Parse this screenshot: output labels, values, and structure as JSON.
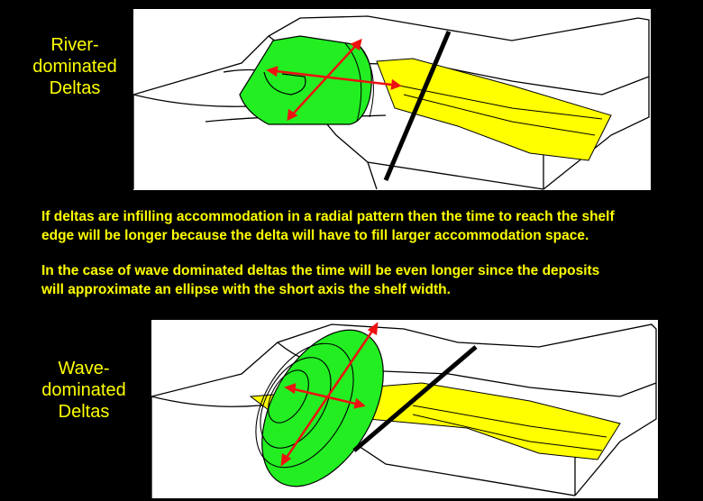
{
  "top_diagram": {
    "label_lines": [
      "River-",
      "dominated",
      "Deltas"
    ]
  },
  "explanation": {
    "paragraph1_lines": [
      "If deltas are infilling accommodation in a radial pattern then the time to reach the shelf",
      "edge will be longer because the delta will have to fill larger accommodation space."
    ],
    "paragraph2_lines": [
      "In the case of wave dominated deltas the time will be even longer since the deposits",
      "will approximate an ellipse with the short axis the shelf width."
    ]
  },
  "bottom_diagram": {
    "label_lines": [
      "Wave-",
      "dominated",
      "Deltas"
    ]
  },
  "colors": {
    "background": "#000000",
    "text": "#ffff00",
    "delta": "#22ee22",
    "channel": "#ffff00",
    "arrow": "#ee1111"
  }
}
